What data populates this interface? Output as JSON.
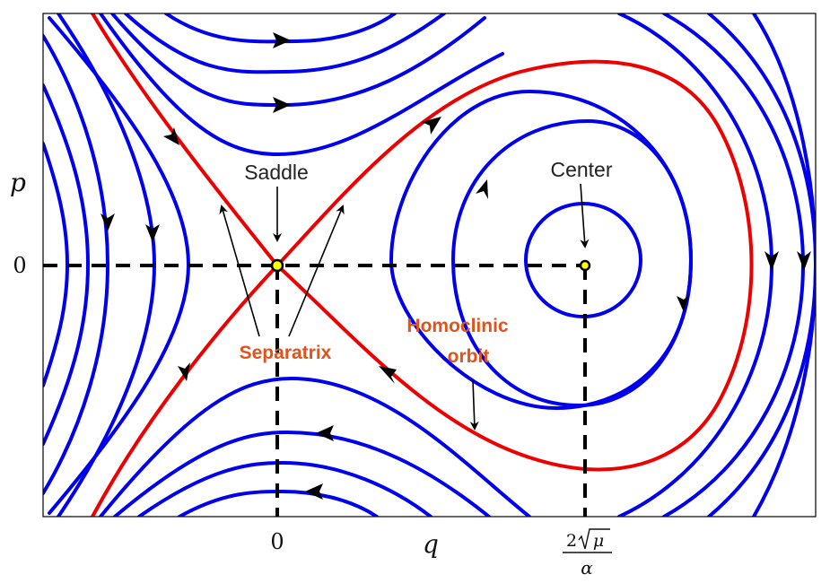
{
  "colors": {
    "orbit": "#0000ee",
    "separatrix": "#ee0000",
    "annotation": "#e0531c",
    "axis": "#000000"
  },
  "labels": {
    "saddle": "Saddle",
    "center": "Center",
    "separatrix": "Separatrix",
    "homoclinic_line1": "Homoclinic",
    "homoclinic_line2": "orbit"
  },
  "axes": {
    "x_label": "q",
    "y_label": "p",
    "x_tick_zero": "0",
    "x_tick_center_num_coef": "2",
    "x_tick_center_num_arg": "μ",
    "x_tick_center_den": "α",
    "y_tick_zero": "0"
  },
  "icons": {
    "flow_arrows": "arrowhead-icon",
    "fixed_points": "dot-icon"
  }
}
